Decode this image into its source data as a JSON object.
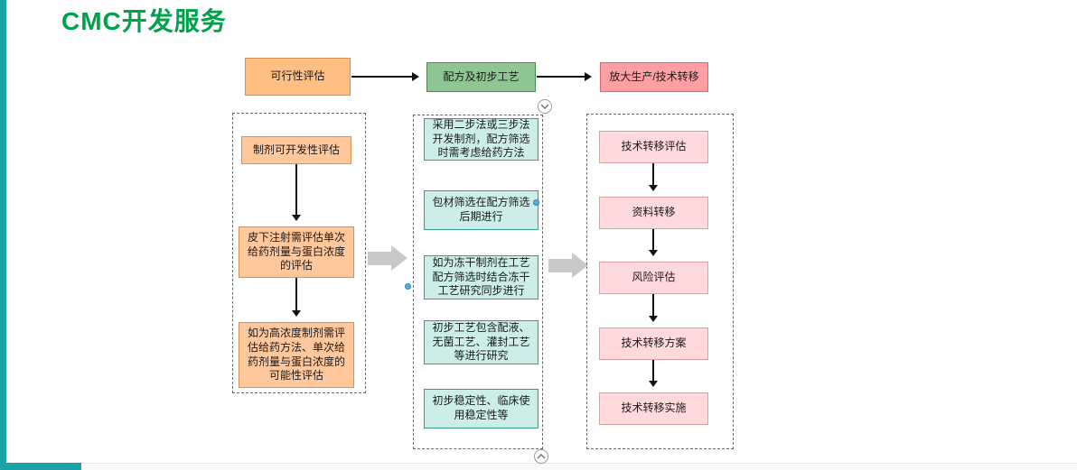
{
  "title": "CMC开发服务",
  "top_flow": {
    "nodes": [
      {
        "label": "可行性评估"
      },
      {
        "label": "配方及初步工艺"
      },
      {
        "label": "放大生产/技术转移"
      }
    ]
  },
  "feasibility_group": {
    "items": [
      {
        "label": "制剂可开发性评估"
      },
      {
        "label": "皮下注射需评估单次给药剂量与蛋白浓度的评估"
      },
      {
        "label": "如为高浓度制剂需评估给药方法、单次给药剂量与蛋白浓度的可能性评估"
      }
    ]
  },
  "formulation_group": {
    "items": [
      {
        "label": "采用二步法或三步法开发制剂，配方筛选时需考虑给药方法"
      },
      {
        "label": "包材筛选在配方筛选后期进行"
      },
      {
        "label": "如为冻干制剂在工艺配方筛选时结合冻干工艺研究同步进行"
      },
      {
        "label": "初步工艺包含配液、无菌工艺、灌封工艺等进行研究"
      },
      {
        "label": "初步稳定性、临床使用稳定性等"
      }
    ]
  },
  "transfer_group": {
    "items": [
      {
        "label": "技术转移评估"
      },
      {
        "label": "资料转移"
      },
      {
        "label": "风险评估"
      },
      {
        "label": "技术转移方案"
      },
      {
        "label": "技术转移实施"
      }
    ]
  },
  "icons": {
    "collapse_top": "chevron-down-icon",
    "collapse_bottom": "chevron-up-icon"
  },
  "colors": {
    "title": "#00A14B",
    "accent_teal": "#1BA3A6",
    "orange_fill": "#FFBE82",
    "orange_border": "#D9904F",
    "green_fill": "#8FC493",
    "green_border": "#4C8A52",
    "teal_fill": "#CDEEE8",
    "teal_border": "#2FA08C",
    "pink_strong_fill": "#FF9EA3",
    "pink_strong_border": "#D6666C",
    "pink_fill": "#FFD9DB",
    "pink_border": "#E39CA1",
    "selection_handle": "#58AEE0"
  }
}
